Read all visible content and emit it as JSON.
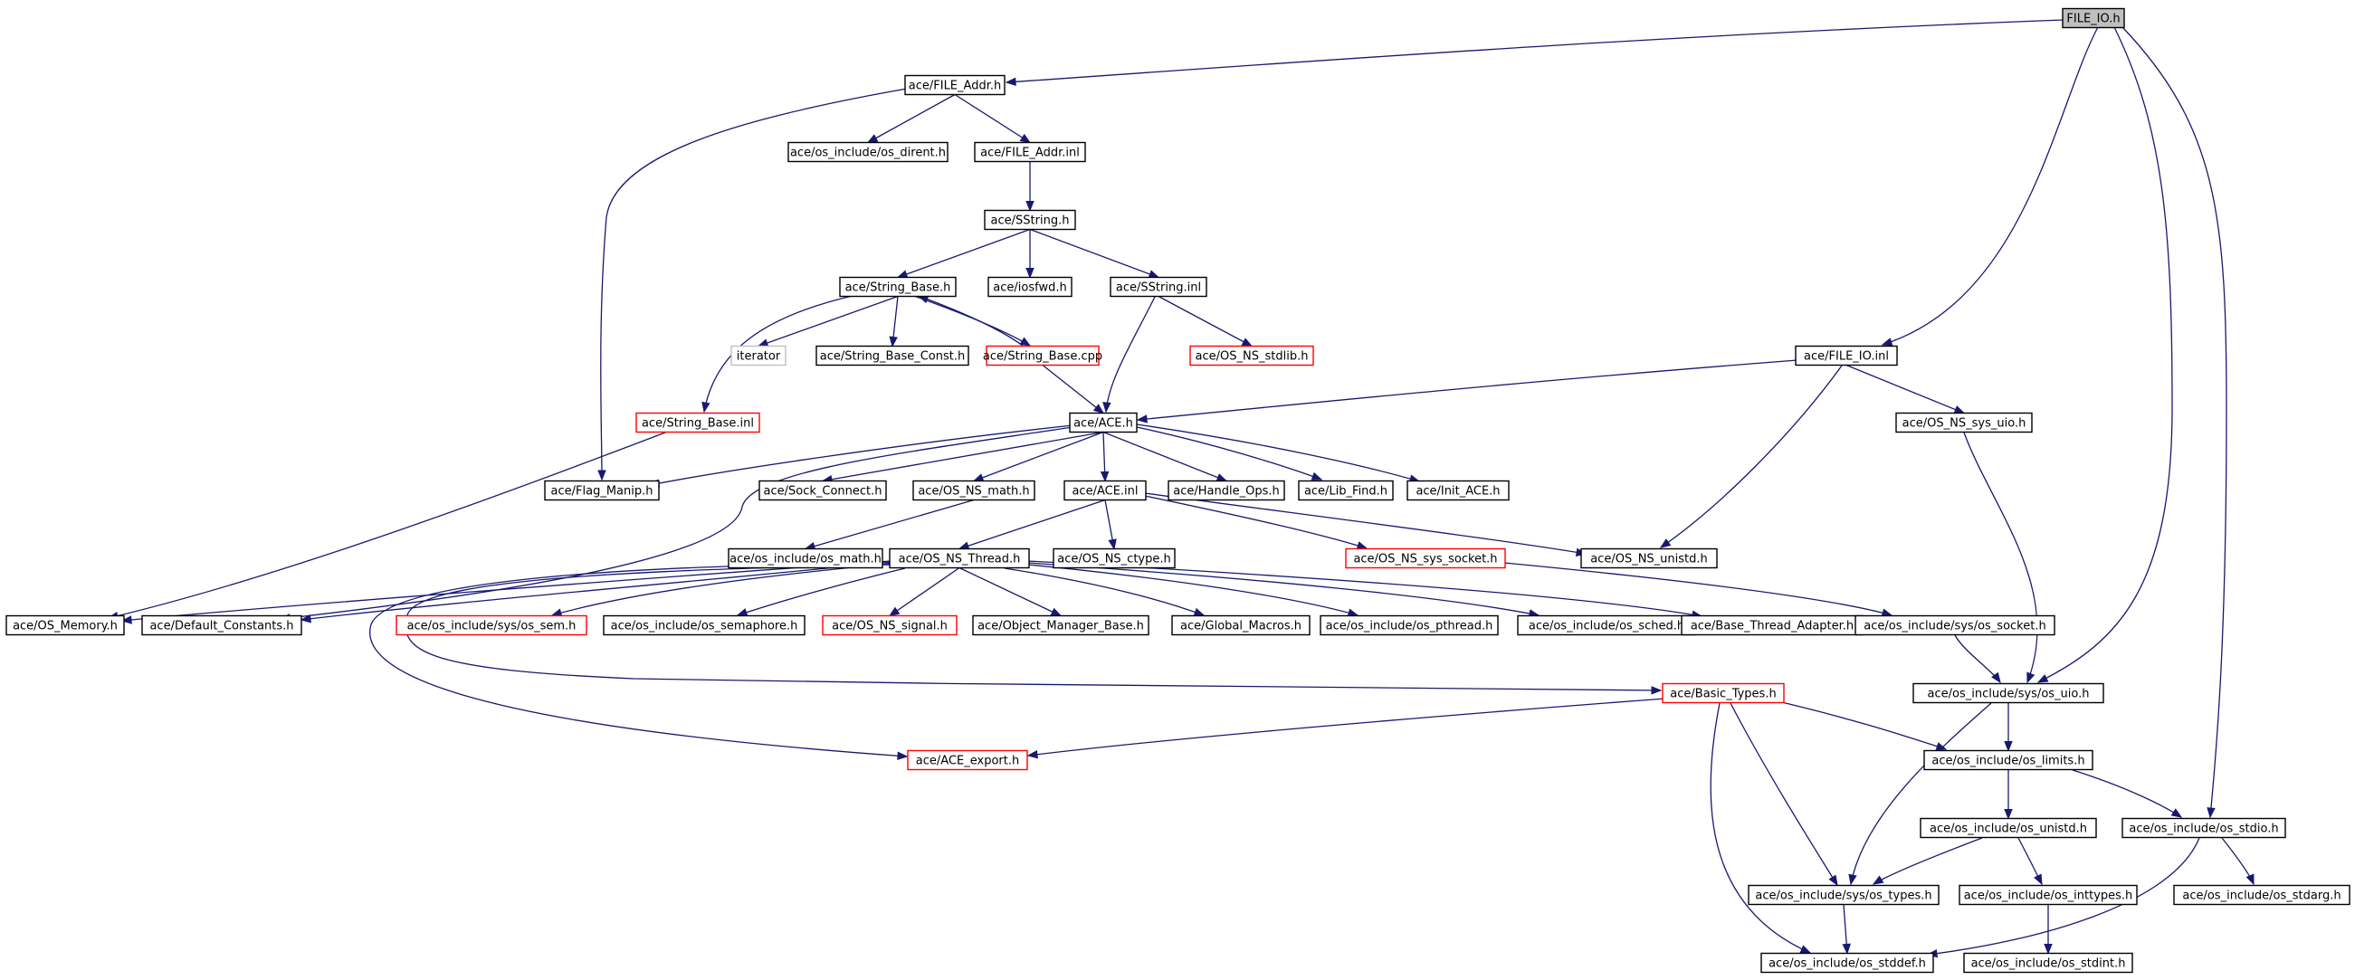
{
  "graph": {
    "root": "FILE_IO.h",
    "colors": {
      "edge": "#191970",
      "root_fill": "#bfbfbf",
      "normal_border": "#000000",
      "truncated_border": "#ff0000",
      "external_border": "#bfbfbf",
      "background": "#ffffff"
    },
    "nodes": [
      {
        "id": "n_file_io_h",
        "label": "FILE_IO.h",
        "kind": "root"
      },
      {
        "id": "n_file_addr_h",
        "label": "ace/FILE_Addr.h",
        "kind": "normal"
      },
      {
        "id": "n_os_dirent",
        "label": "ace/os_include/os_dirent.h",
        "kind": "normal"
      },
      {
        "id": "n_file_addr_inl",
        "label": "ace/FILE_Addr.inl",
        "kind": "normal"
      },
      {
        "id": "n_sstring_h",
        "label": "ace/SString.h",
        "kind": "normal"
      },
      {
        "id": "n_string_base_h",
        "label": "ace/String_Base.h",
        "kind": "normal"
      },
      {
        "id": "n_iosfwd",
        "label": "ace/iosfwd.h",
        "kind": "normal"
      },
      {
        "id": "n_sstring_inl",
        "label": "ace/SString.inl",
        "kind": "normal"
      },
      {
        "id": "n_iterator",
        "label": "iterator",
        "kind": "external"
      },
      {
        "id": "n_string_base_const",
        "label": "ace/String_Base_Const.h",
        "kind": "normal"
      },
      {
        "id": "n_string_base_cpp",
        "label": "ace/String_Base.cpp",
        "kind": "truncated"
      },
      {
        "id": "n_os_ns_stdlib",
        "label": "ace/OS_NS_stdlib.h",
        "kind": "truncated"
      },
      {
        "id": "n_file_io_inl",
        "label": "ace/FILE_IO.inl",
        "kind": "normal"
      },
      {
        "id": "n_string_base_inl",
        "label": "ace/String_Base.inl",
        "kind": "truncated"
      },
      {
        "id": "n_ace_h",
        "label": "ace/ACE.h",
        "kind": "normal"
      },
      {
        "id": "n_os_ns_sys_uio",
        "label": "ace/OS_NS_sys_uio.h",
        "kind": "normal"
      },
      {
        "id": "n_flag_manip",
        "label": "ace/Flag_Manip.h",
        "kind": "normal"
      },
      {
        "id": "n_sock_connect",
        "label": "ace/Sock_Connect.h",
        "kind": "normal"
      },
      {
        "id": "n_os_ns_math",
        "label": "ace/OS_NS_math.h",
        "kind": "normal"
      },
      {
        "id": "n_ace_inl",
        "label": "ace/ACE.inl",
        "kind": "normal"
      },
      {
        "id": "n_handle_ops",
        "label": "ace/Handle_Ops.h",
        "kind": "normal"
      },
      {
        "id": "n_lib_find",
        "label": "ace/Lib_Find.h",
        "kind": "normal"
      },
      {
        "id": "n_init_ace",
        "label": "ace/Init_ACE.h",
        "kind": "normal"
      },
      {
        "id": "n_os_math",
        "label": "ace/os_include/os_math.h",
        "kind": "normal"
      },
      {
        "id": "n_os_ns_thread",
        "label": "ace/OS_NS_Thread.h",
        "kind": "normal"
      },
      {
        "id": "n_os_ns_ctype",
        "label": "ace/OS_NS_ctype.h",
        "kind": "normal"
      },
      {
        "id": "n_os_ns_sys_socket",
        "label": "ace/OS_NS_sys_socket.h",
        "kind": "truncated"
      },
      {
        "id": "n_os_ns_unistd",
        "label": "ace/OS_NS_unistd.h",
        "kind": "normal"
      },
      {
        "id": "n_os_memory",
        "label": "ace/OS_Memory.h",
        "kind": "normal"
      },
      {
        "id": "n_default_constants",
        "label": "ace/Default_Constants.h",
        "kind": "normal"
      },
      {
        "id": "n_os_sem",
        "label": "ace/os_include/sys/os_sem.h",
        "kind": "truncated"
      },
      {
        "id": "n_os_semaphore",
        "label": "ace/os_include/os_semaphore.h",
        "kind": "normal"
      },
      {
        "id": "n_os_ns_signal",
        "label": "ace/OS_NS_signal.h",
        "kind": "truncated"
      },
      {
        "id": "n_object_manager_base",
        "label": "ace/Object_Manager_Base.h",
        "kind": "normal"
      },
      {
        "id": "n_global_macros",
        "label": "ace/Global_Macros.h",
        "kind": "normal"
      },
      {
        "id": "n_os_pthread",
        "label": "ace/os_include/os_pthread.h",
        "kind": "normal"
      },
      {
        "id": "n_os_sched",
        "label": "ace/os_include/os_sched.h",
        "kind": "normal"
      },
      {
        "id": "n_base_thread_adapter",
        "label": "ace/Base_Thread_Adapter.h",
        "kind": "normal"
      },
      {
        "id": "n_sys_os_socket",
        "label": "ace/os_include/sys/os_socket.h",
        "kind": "normal"
      },
      {
        "id": "n_basic_types",
        "label": "ace/Basic_Types.h",
        "kind": "truncated"
      },
      {
        "id": "n_sys_os_uio",
        "label": "ace/os_include/sys/os_uio.h",
        "kind": "normal"
      },
      {
        "id": "n_ace_export",
        "label": "ace/ACE_export.h",
        "kind": "truncated"
      },
      {
        "id": "n_os_limits",
        "label": "ace/os_include/os_limits.h",
        "kind": "normal"
      },
      {
        "id": "n_os_unistd_inc",
        "label": "ace/os_include/os_unistd.h",
        "kind": "normal"
      },
      {
        "id": "n_os_stdio",
        "label": "ace/os_include/os_stdio.h",
        "kind": "normal"
      },
      {
        "id": "n_sys_os_types",
        "label": "ace/os_include/sys/os_types.h",
        "kind": "normal"
      },
      {
        "id": "n_os_inttypes",
        "label": "ace/os_include/os_inttypes.h",
        "kind": "normal"
      },
      {
        "id": "n_os_stdarg",
        "label": "ace/os_include/os_stdarg.h",
        "kind": "normal"
      },
      {
        "id": "n_os_stddef",
        "label": "ace/os_include/os_stddef.h",
        "kind": "normal"
      },
      {
        "id": "n_os_stdint",
        "label": "ace/os_include/os_stdint.h",
        "kind": "normal"
      }
    ],
    "edges": [
      {
        "from": "n_file_io_h",
        "to": "n_file_addr_h"
      },
      {
        "from": "n_file_io_h",
        "to": "n_file_io_inl"
      },
      {
        "from": "n_file_io_h",
        "to": "n_sys_os_uio"
      },
      {
        "from": "n_file_io_h",
        "to": "n_os_stdio"
      },
      {
        "from": "n_file_addr_h",
        "to": "n_os_dirent"
      },
      {
        "from": "n_file_addr_h",
        "to": "n_file_addr_inl"
      },
      {
        "from": "n_file_addr_h",
        "to": "n_flag_manip"
      },
      {
        "from": "n_file_addr_inl",
        "to": "n_sstring_h"
      },
      {
        "from": "n_sstring_h",
        "to": "n_string_base_h"
      },
      {
        "from": "n_sstring_h",
        "to": "n_iosfwd"
      },
      {
        "from": "n_sstring_h",
        "to": "n_sstring_inl"
      },
      {
        "from": "n_string_base_h",
        "to": "n_iterator"
      },
      {
        "from": "n_string_base_h",
        "to": "n_string_base_const"
      },
      {
        "from": "n_string_base_h",
        "to": "n_string_base_cpp"
      },
      {
        "from": "n_string_base_h",
        "to": "n_string_base_inl"
      },
      {
        "from": "n_string_base_cpp",
        "to": "n_string_base_h"
      },
      {
        "from": "n_string_base_cpp",
        "to": "n_ace_h"
      },
      {
        "from": "n_sstring_inl",
        "to": "n_os_ns_stdlib"
      },
      {
        "from": "n_sstring_inl",
        "to": "n_ace_h"
      },
      {
        "from": "n_string_base_inl",
        "to": "n_os_memory"
      },
      {
        "from": "n_file_io_inl",
        "to": "n_ace_h"
      },
      {
        "from": "n_file_io_inl",
        "to": "n_os_ns_sys_uio"
      },
      {
        "from": "n_file_io_inl",
        "to": "n_os_ns_unistd"
      },
      {
        "from": "n_os_ns_sys_uio",
        "to": "n_sys_os_uio"
      },
      {
        "from": "n_ace_h",
        "to": "n_flag_manip"
      },
      {
        "from": "n_ace_h",
        "to": "n_sock_connect"
      },
      {
        "from": "n_ace_h",
        "to": "n_os_ns_math"
      },
      {
        "from": "n_ace_h",
        "to": "n_ace_inl"
      },
      {
        "from": "n_ace_h",
        "to": "n_handle_ops"
      },
      {
        "from": "n_ace_h",
        "to": "n_lib_find"
      },
      {
        "from": "n_ace_h",
        "to": "n_init_ace"
      },
      {
        "from": "n_ace_h",
        "to": "n_default_constants"
      },
      {
        "from": "n_os_ns_math",
        "to": "n_os_math"
      },
      {
        "from": "n_ace_inl",
        "to": "n_os_ns_thread"
      },
      {
        "from": "n_ace_inl",
        "to": "n_os_ns_ctype"
      },
      {
        "from": "n_ace_inl",
        "to": "n_os_ns_sys_socket"
      },
      {
        "from": "n_ace_inl",
        "to": "n_os_ns_unistd"
      },
      {
        "from": "n_os_ns_sys_socket",
        "to": "n_sys_os_socket"
      },
      {
        "from": "n_os_ns_thread",
        "to": "n_os_memory"
      },
      {
        "from": "n_os_ns_thread",
        "to": "n_default_constants"
      },
      {
        "from": "n_os_ns_thread",
        "to": "n_os_sem"
      },
      {
        "from": "n_os_ns_thread",
        "to": "n_os_semaphore"
      },
      {
        "from": "n_os_ns_thread",
        "to": "n_os_ns_signal"
      },
      {
        "from": "n_os_ns_thread",
        "to": "n_object_manager_base"
      },
      {
        "from": "n_os_ns_thread",
        "to": "n_global_macros"
      },
      {
        "from": "n_os_ns_thread",
        "to": "n_os_pthread"
      },
      {
        "from": "n_os_ns_thread",
        "to": "n_os_sched"
      },
      {
        "from": "n_os_ns_thread",
        "to": "n_base_thread_adapter"
      },
      {
        "from": "n_os_ns_thread",
        "to": "n_basic_types"
      },
      {
        "from": "n_os_ns_thread",
        "to": "n_ace_export"
      },
      {
        "from": "n_sys_os_socket",
        "to": "n_sys_os_uio"
      },
      {
        "from": "n_sys_os_uio",
        "to": "n_os_limits"
      },
      {
        "from": "n_sys_os_uio",
        "to": "n_sys_os_types"
      },
      {
        "from": "n_basic_types",
        "to": "n_ace_export"
      },
      {
        "from": "n_basic_types",
        "to": "n_os_limits"
      },
      {
        "from": "n_basic_types",
        "to": "n_sys_os_types"
      },
      {
        "from": "n_basic_types",
        "to": "n_os_stddef"
      },
      {
        "from": "n_os_limits",
        "to": "n_os_unistd_inc"
      },
      {
        "from": "n_os_limits",
        "to": "n_os_stdio"
      },
      {
        "from": "n_os_unistd_inc",
        "to": "n_sys_os_types"
      },
      {
        "from": "n_os_unistd_inc",
        "to": "n_os_inttypes"
      },
      {
        "from": "n_os_stdio",
        "to": "n_os_stdarg"
      },
      {
        "from": "n_os_stdio",
        "to": "n_os_stddef"
      },
      {
        "from": "n_sys_os_types",
        "to": "n_os_stddef"
      },
      {
        "from": "n_os_inttypes",
        "to": "n_os_stdint"
      }
    ]
  }
}
